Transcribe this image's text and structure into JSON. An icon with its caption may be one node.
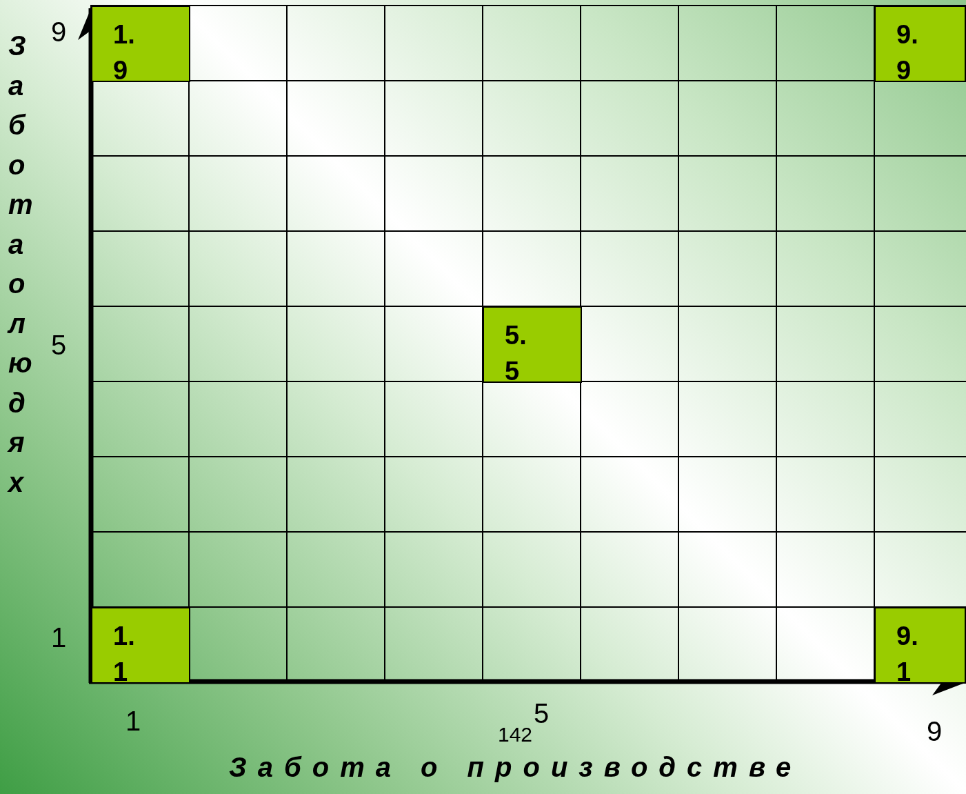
{
  "diagram": {
    "nodes": [
      {
        "text": [
          "1. 9"
        ]
      },
      {
        "text": [
          "9. 9"
        ]
      },
      {
        "text": [
          "5. 5"
        ]
      },
      {
        "text": [
          "1. 1"
        ]
      },
      {
        "text": [
          "9. 1"
        ]
      }
    ],
    "labels": [
      "Забота о людях",
      "9",
      "5",
      "1",
      "1",
      "5",
      "142",
      "9",
      "Забота о производстве"
    ]
  }
}
